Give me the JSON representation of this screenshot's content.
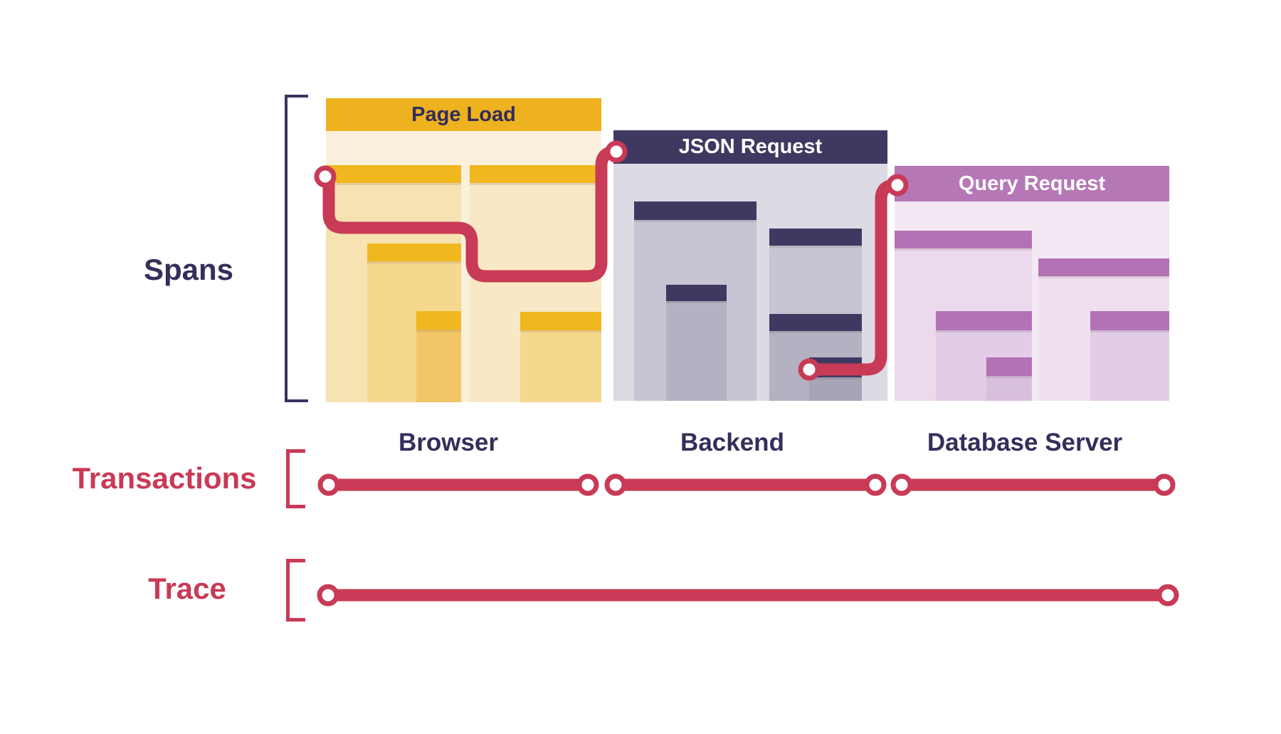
{
  "labels": {
    "spans": "Spans",
    "transactions": "Transactions",
    "trace": "Trace"
  },
  "groups": [
    {
      "service": "Browser",
      "transaction_title": "Page Load"
    },
    {
      "service": "Backend",
      "transaction_title": "JSON Request"
    },
    {
      "service": "Database Server",
      "transaction_title": "Query Request"
    }
  ],
  "colors": {
    "flow_red": "#C83A56",
    "navy": "#3F3962",
    "gold": "#EDB21E",
    "purple": "#B577B6"
  }
}
